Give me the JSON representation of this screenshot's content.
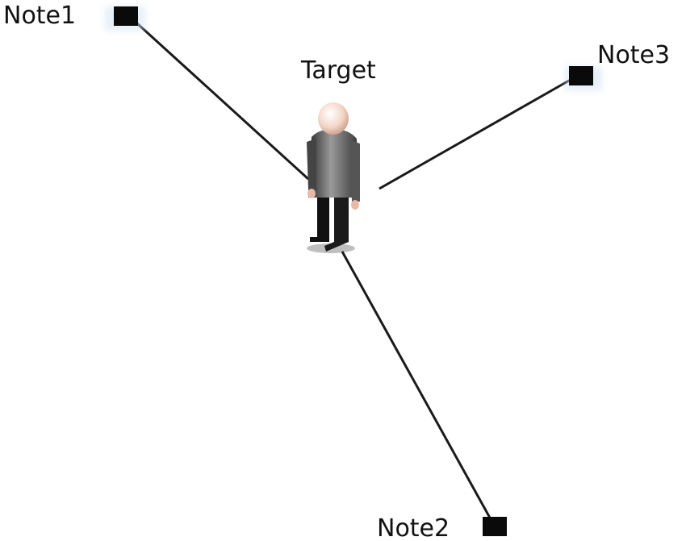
{
  "diagram": {
    "target": {
      "label": "Target",
      "icon": "person-icon"
    },
    "notes": [
      {
        "id": "note1",
        "label": "Note1",
        "icon": "node-square-icon"
      },
      {
        "id": "note2",
        "label": "Note2",
        "icon": "node-square-icon"
      },
      {
        "id": "note3",
        "label": "Note3",
        "icon": "node-square-icon"
      }
    ],
    "edges": [
      {
        "from": "note1",
        "to": "target"
      },
      {
        "from": "note3",
        "to": "target"
      },
      {
        "from": "target",
        "to": "note2"
      }
    ],
    "colors": {
      "line": "#1a1a1a",
      "node": "#0a0a0a",
      "background": "#ffffff"
    }
  }
}
